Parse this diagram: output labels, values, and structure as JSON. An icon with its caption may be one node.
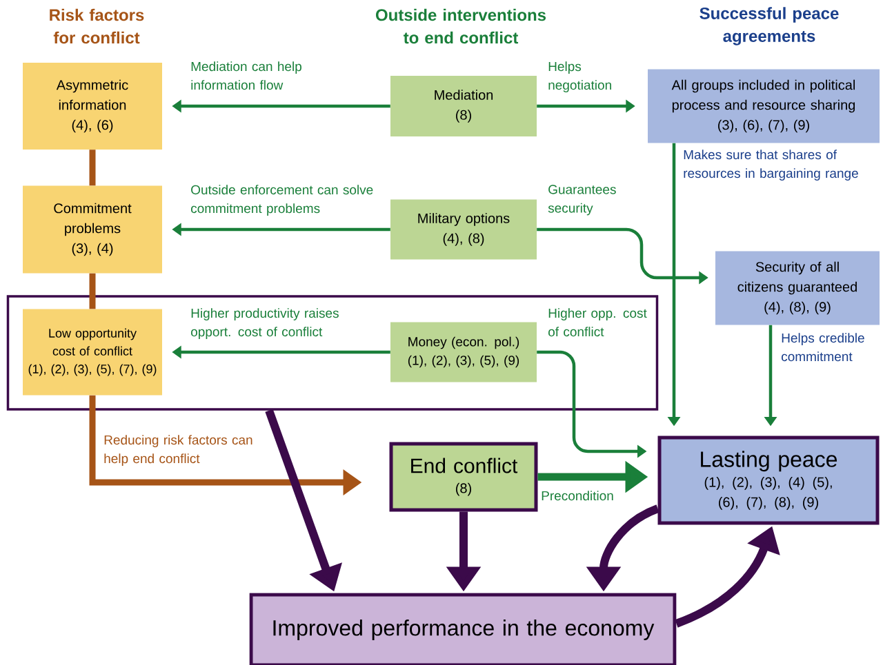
{
  "diagram": {
    "nodes": [
      {
        "text": [
          "Asymmetric information",
          "(4), (6)"
        ]
      },
      {
        "text": [
          "Commitment problems",
          "(3), (4)"
        ]
      },
      {
        "text": [],
        "shape": "box"
      },
      {
        "text": [
          "Low opportunity cost of conflict",
          "(1), (2), (3), (5), (7), (9)"
        ],
        "in": 2
      },
      {
        "text": [
          "Mediation",
          "(8)"
        ]
      },
      {
        "text": [
          "Military options",
          "(4), (8)"
        ]
      },
      {
        "text": [
          "Money (econ. pol.)",
          "(1), (2), (3), (5), (9)"
        ],
        "in": 2
      },
      {
        "text": [
          "All groups included in political process and resource sharing",
          "(3), (6), (7), (9)"
        ]
      },
      {
        "text": [
          "Security of all citizens guaranteed",
          "(4), (8), (9)"
        ]
      },
      {
        "text": [
          "End conflict",
          "(8)"
        ]
      },
      {
        "text": [
          "Lasting peace",
          "(1), (2), (3), (4) (5), (6), (7), (8), (9)"
        ]
      },
      {
        "text": [
          "Improved performance in the economy"
        ]
      }
    ],
    "edges": [
      {
        "from": 0,
        "to": 1,
        "arrow": "none",
        "style": "thick",
        "color": "#a65417"
      },
      {
        "from": 1,
        "to": 3,
        "arrow": "none",
        "style": "thick",
        "color": "#a65417"
      },
      {
        "from": 3,
        "to": 9,
        "arrow": "to",
        "label": "Reducing risk factors can help end conflict",
        "style": "thick",
        "color": "#a65417"
      },
      {
        "from": 4,
        "to": 0,
        "arrow": "to",
        "label": "Mediation can help information flow"
      },
      {
        "from": 4,
        "to": 7,
        "arrow": "to",
        "label": "Helps negotiation"
      },
      {
        "from": 5,
        "to": 1,
        "arrow": "to",
        "label": "Outside enforcement can solve commitment problems"
      },
      {
        "from": 5,
        "to": 8,
        "arrow": "to",
        "label": "Guarantees security"
      },
      {
        "from": 6,
        "to": 3,
        "arrow": "to",
        "label": "Higher productivity raises opport. cost of conflict"
      },
      {
        "from": 6,
        "to": 10,
        "arrow": "to",
        "label": "Higher opp. cost of conflict"
      },
      {
        "from": 7,
        "to": 10,
        "arrow": "to",
        "label": "Makes sure that shares of resources in bargaining range"
      },
      {
        "from": 8,
        "to": 10,
        "arrow": "to",
        "label": "Helps credible commitment"
      },
      {
        "from": 9,
        "to": 10,
        "arrow": "to",
        "label": "Precondition",
        "style": "thick"
      },
      {
        "from": 2,
        "to": 11,
        "arrow": "to",
        "style": "thick",
        "color": "#3b0a4a"
      },
      {
        "from": 9,
        "to": 11,
        "arrow": "to",
        "style": "thick",
        "color": "#3b0a4a"
      },
      {
        "from": 10,
        "to": 11,
        "arrow": "to",
        "style": "thick",
        "color": "#3b0a4a"
      },
      {
        "from": 11,
        "to": 10,
        "arrow": "to",
        "style": "thick",
        "color": "#3b0a4a"
      }
    ],
    "labels": [
      "Risk factors for conflict",
      "Outside interventions to end conflict",
      "Successful peace agreements"
    ]
  }
}
